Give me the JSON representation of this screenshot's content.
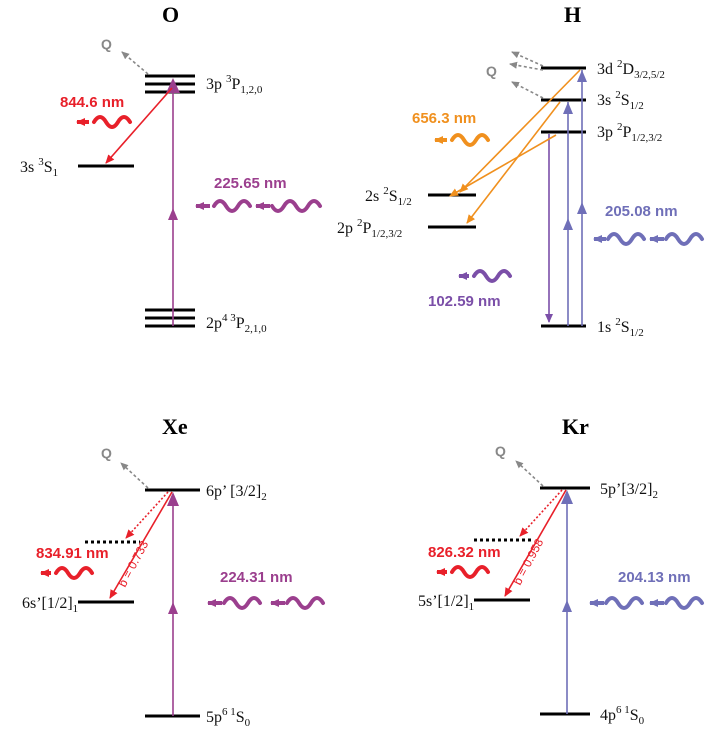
{
  "colors": {
    "red": "#e8202a",
    "magenta": "#9b3f8e",
    "orange": "#f0901e",
    "purple": "#7b4fa8",
    "lavender": "#6f6fb8",
    "grey": "#888888"
  },
  "panels": {
    "O": {
      "title": "O",
      "q": "Q",
      "level_upper": {
        "main": "3p ",
        "sup": "3",
        "term": "P",
        "sub": "1,2,0"
      },
      "level_mid": {
        "main": "3s ",
        "sup": "3",
        "term": "S",
        "sub": "1"
      },
      "level_ground": {
        "main": "2p",
        "sup1": "4",
        "sup": " 3",
        "term": "P",
        "sub": "2,1,0"
      },
      "emission_wl": "844.6 nm",
      "excitation_wl": "225.65 nm"
    },
    "H": {
      "title": "H",
      "q": "Q",
      "level_3d": {
        "main": "3d ",
        "sup": "2",
        "term": "D",
        "sub": "3/2,5/2"
      },
      "level_3s": {
        "main": "3s ",
        "sup": "2",
        "term": "S",
        "sub": "1/2"
      },
      "level_3p": {
        "main": "3p ",
        "sup": "2",
        "term": "P",
        "sub": "1/2,3/2"
      },
      "level_2s": {
        "main": "2s ",
        "sup": "2",
        "term": "S",
        "sub": "1/2"
      },
      "level_2p": {
        "main": "2p ",
        "sup": "2",
        "term": "P",
        "sub": "1/2,3/2"
      },
      "level_1s": {
        "main": "1s ",
        "sup": "2",
        "term": "S",
        "sub": "1/2"
      },
      "emission_wl": "656.3 nm",
      "excitation_wl": "205.08 nm",
      "lyman_wl": "102.59 nm"
    },
    "Xe": {
      "title": "Xe",
      "q": "Q",
      "level_upper": {
        "main": "6p’ [3/2]",
        "sub": "2"
      },
      "level_mid": {
        "main": "6s’[1/2]",
        "sub": "1"
      },
      "level_ground": {
        "main": "5p",
        "sup1": "6",
        "sup": " 1",
        "term": "S",
        "sub": "0"
      },
      "emission_wl": "834.91 nm",
      "excitation_wl": "224.31 nm",
      "branching": "b = 0.733"
    },
    "Kr": {
      "title": "Kr",
      "q": "Q",
      "level_upper": {
        "main": "5p’[3/2]",
        "sub": "2"
      },
      "level_mid": {
        "main": "5s’[1/2]",
        "sub": "1"
      },
      "level_ground": {
        "main": "4p",
        "sup1": "6",
        "sup": " 1",
        "term": "S",
        "sub": "0"
      },
      "emission_wl": "826.32 nm",
      "excitation_wl": "204.13 nm",
      "branching": "b = 0.958"
    }
  }
}
